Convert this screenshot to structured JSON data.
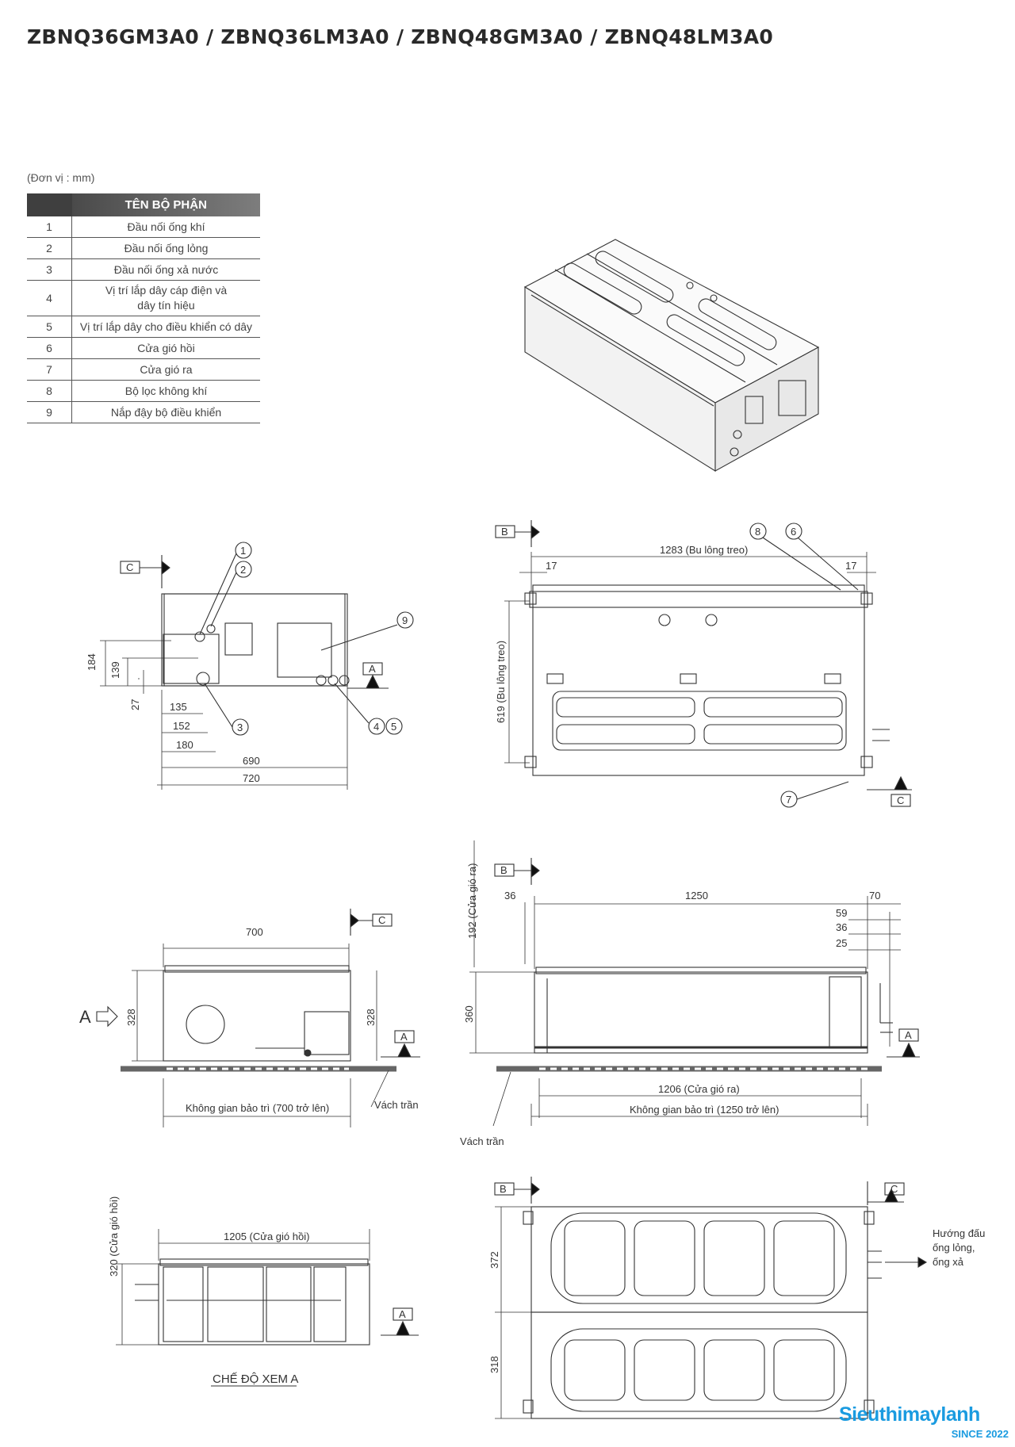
{
  "title": "ZBNQ36GM3A0 / ZBNQ36LM3A0 / ZBNQ48GM3A0 / ZBNQ48LM3A0",
  "unit_note": "(Đơn vị : mm)",
  "parts_table": {
    "header": "TÊN BỘ PHẬN",
    "rows": [
      {
        "no": "1",
        "name": "Đầu nối ống khí"
      },
      {
        "no": "2",
        "name": "Đầu nối ống lỏng"
      },
      {
        "no": "3",
        "name": "Đầu nối ống xả nước"
      },
      {
        "no": "4",
        "name_line1": "Vị trí lắp dây cáp điện và",
        "name_line2": "dây tín hiệu"
      },
      {
        "no": "5",
        "name": "Vị trí lắp dây cho điều khiển có dây"
      },
      {
        "no": "6",
        "name": "Cửa gió hồi"
      },
      {
        "no": "7",
        "name": "Cửa gió ra"
      },
      {
        "no": "8",
        "name": "Bộ lọc không khí"
      },
      {
        "no": "9",
        "name": "Nắp đậy bộ điều khiển"
      }
    ]
  },
  "views": {
    "side_left": {
      "dims": {
        "d184": "184",
        "d139": "139",
        "d27": "27",
        "d135": "135",
        "d152": "152",
        "d180": "180",
        "d690": "690",
        "d720": "720"
      },
      "callouts": {
        "c1": "1",
        "c2": "2",
        "c3": "3",
        "c4": "4",
        "c5": "5",
        "c9": "9"
      },
      "section_c": "C",
      "section_a": "A"
    },
    "top_right": {
      "section_b": "B",
      "section_c": "C",
      "dims": {
        "d1283": "1283 (Bu lông treo)",
        "d17a": "17",
        "d17b": "17",
        "d619": "619 (Bu lông treo)"
      },
      "callouts": {
        "c6": "6",
        "c7": "7",
        "c8": "8"
      }
    },
    "side_mid": {
      "section_c": "C",
      "section_a": "A",
      "arrow_a": "A",
      "dims": {
        "d700": "700",
        "d328l": "328",
        "d328r": "328"
      },
      "maint": "Không gian bảo trì (700 trở lên)",
      "ceiling": "Vách trần"
    },
    "front_mid": {
      "section_b": "B",
      "section_a": "A",
      "dims": {
        "d192": "192 (Cửa gió ra)",
        "d36": "36",
        "d1250": "1250",
        "d70": "70",
        "d59": "59",
        "d36b": "36",
        "d25": "25",
        "d360": "360",
        "d1206": "1206 (Cửa gió ra)"
      },
      "maint": "Không gian bảo trì (1250 trở lên)",
      "ceiling": "Vách trần"
    },
    "view_a": {
      "section_a": "A",
      "dims": {
        "d320": "320 (Cửa gió hồi)",
        "d1205": "1205 (Cửa gió hồi)"
      },
      "caption": "CHẾ ĐỘ XEM A"
    },
    "bottom_right": {
      "section_b": "B",
      "section_c": "C",
      "dims": {
        "d372": "372",
        "d318": "318"
      },
      "direction_l1": "Hướng đấu",
      "direction_l2": "ống lỏng,",
      "direction_l3": "ống xả"
    }
  },
  "logo": {
    "main": "Sieuthimaylanh",
    "sub": "SINCE 2022"
  }
}
